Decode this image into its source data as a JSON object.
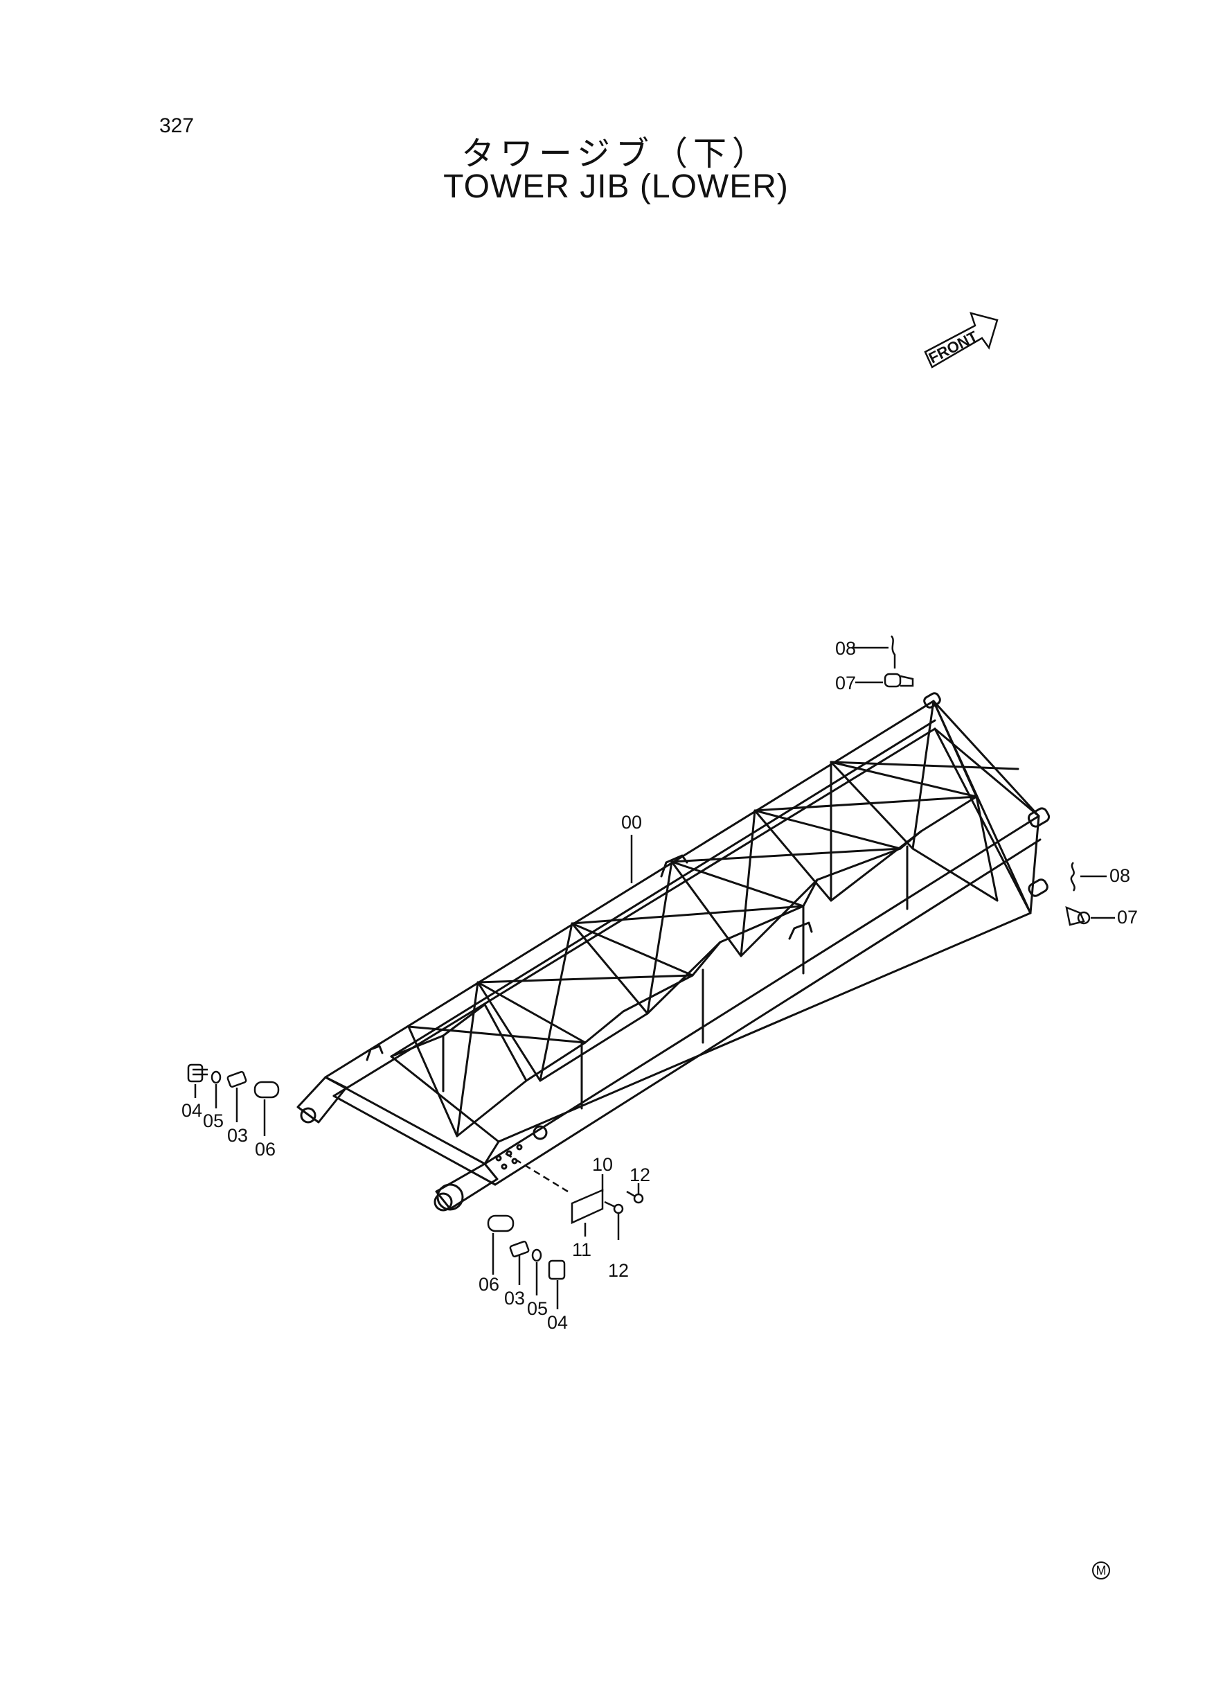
{
  "page_number": "327",
  "title_jp": "タワージブ（下）",
  "title_en": "TOWER JIB (LOWER)",
  "front_label": "FRONT",
  "corner_mark": "M",
  "callouts": {
    "c00": "00",
    "c08_top": "08",
    "c07_top": "07",
    "c08_right": "08",
    "c07_right": "07",
    "c04_left": "04",
    "c05_left": "05",
    "c03_left": "03",
    "c06_left": "06",
    "c10": "10",
    "c12_a": "12",
    "c11": "11",
    "c12_b": "12",
    "c06_bottom": "06",
    "c03_bottom": "03",
    "c05_bottom": "05",
    "c04_bottom": "04"
  }
}
